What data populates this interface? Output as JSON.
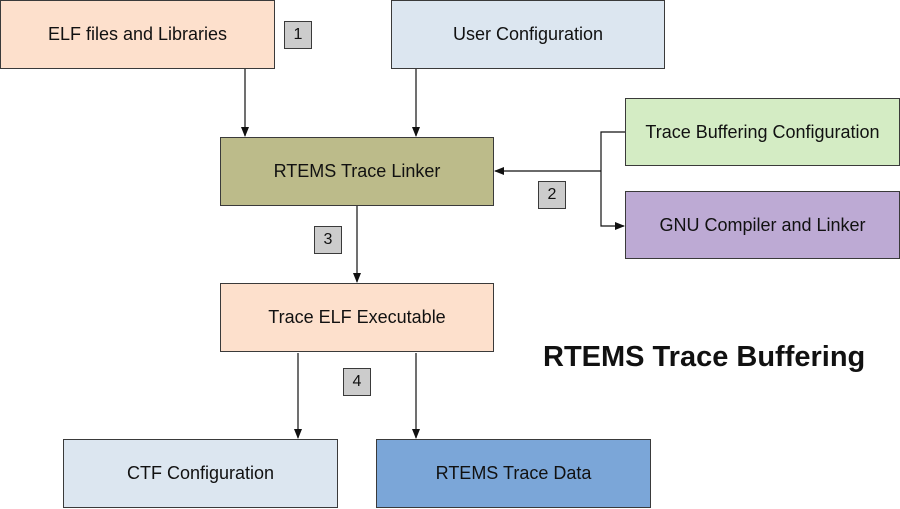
{
  "diagram": {
    "title": "RTEMS Trace Buffering",
    "nodes": {
      "elf_files": {
        "label": "ELF files and Libraries",
        "color": "#fde0cc"
      },
      "user_config": {
        "label": "User Configuration",
        "color": "#dce6f0"
      },
      "trace_linker": {
        "label": "RTEMS Trace Linker",
        "color": "#bcbb8a"
      },
      "trace_buffering_config": {
        "label": "Trace Buffering Configuration",
        "color": "#d4ecc4"
      },
      "gnu_compiler": {
        "label": "GNU Compiler and Linker",
        "color": "#bdaad4"
      },
      "trace_elf": {
        "label": "Trace ELF Executable",
        "color": "#fde0cc"
      },
      "ctf_config": {
        "label": "CTF Configuration",
        "color": "#dce6f0"
      },
      "trace_data": {
        "label": "RTEMS Trace Data",
        "color": "#7ba6d8"
      }
    },
    "steps": {
      "s1": "1",
      "s2": "2",
      "s3": "3",
      "s4": "4"
    },
    "edges": [
      {
        "from": "elf_files",
        "to": "trace_linker"
      },
      {
        "from": "user_config",
        "to": "trace_linker"
      },
      {
        "from": "trace_buffering_config",
        "to": "trace_linker"
      },
      {
        "from": "trace_buffering_config",
        "to": "gnu_compiler"
      },
      {
        "from": "trace_linker",
        "to": "trace_elf"
      },
      {
        "from": "trace_elf",
        "to": "ctf_config"
      },
      {
        "from": "trace_elf",
        "to": "trace_data"
      }
    ]
  }
}
